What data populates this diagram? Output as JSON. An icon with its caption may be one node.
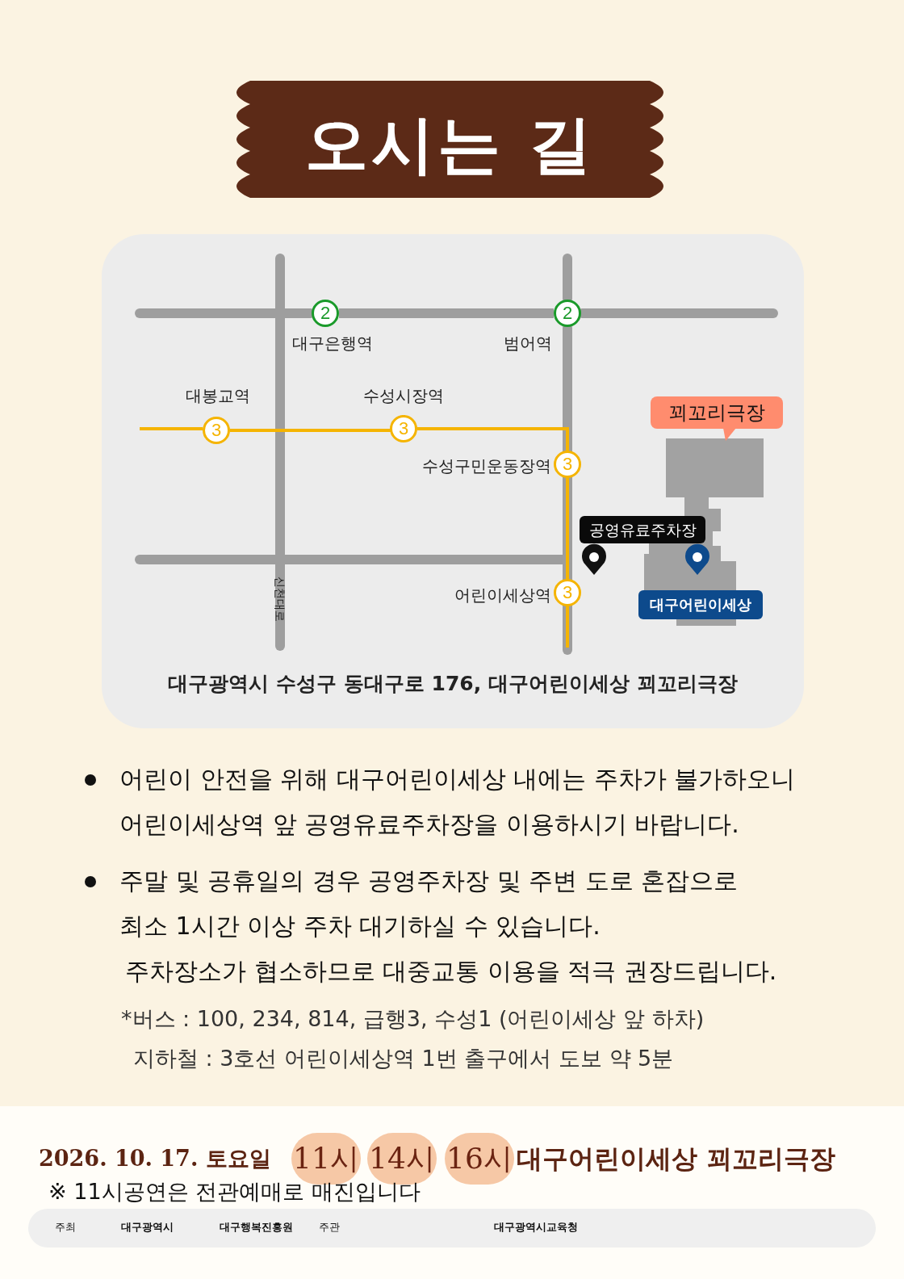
{
  "diagram": {
    "title": "오시는 길",
    "nodes": [
      {
        "text": [
          "대구광역시 수성구 동대구로 176, 대구어린이세상 꾀꼬리극장"
        ]
      },
      {
        "text": [
          "2"
        ],
        "in": 0,
        "beside": [
          "대구은행역"
        ]
      },
      {
        "text": [
          "2"
        ],
        "in": 0,
        "beside": [
          "범어역"
        ]
      },
      {
        "text": [
          "3"
        ],
        "in": 0,
        "beside": [
          "대봉교역"
        ]
      },
      {
        "text": [
          "3"
        ],
        "in": 0,
        "beside": [
          "수성시장역"
        ]
      },
      {
        "text": [
          "3"
        ],
        "in": 0,
        "beside": [
          "수성구민운동장역"
        ]
      },
      {
        "text": [
          "3"
        ],
        "in": 0,
        "beside": [
          "어린이세상역"
        ]
      },
      {
        "text": [
          "꾀꼬리극장"
        ],
        "in": 0
      },
      {
        "text": [
          "공영유료주차장"
        ],
        "in": 0
      },
      {
        "text": [
          "대구어린이세상"
        ],
        "in": 0
      },
      {
        "text": [
          "11시"
        ]
      },
      {
        "text": [
          "14시"
        ]
      },
      {
        "text": [
          "16시"
        ]
      }
    ],
    "edges": [
      {
        "from": 1,
        "to": 2,
        "arrow": "none",
        "style": "thick",
        "color": "#9e9e9e"
      },
      {
        "from": 3,
        "to": 4,
        "arrow": "none"
      },
      {
        "from": 4,
        "to": 5,
        "arrow": "none"
      },
      {
        "from": 5,
        "to": 6,
        "arrow": "none"
      }
    ],
    "labels": [
      "신천대로",
      "어린이 안전을 위해 대구어린이세상 내에는 주차가 불가하오니 어린이세상역 앞 공영유료주차장을 이용하시기 바랍니다.",
      "주말 및 공휴일의 경우 공영주차장 및 주변 도로 혼잡으로 최소 1시간 이상 주차 대기하실 수 있습니다.",
      "주차장소가 협소하므로 대중교통 이용을 적극 권장드립니다.",
      "*버스 : 100, 234, 814, 급행3, 수성1 (어린이세상 앞 하차)",
      "지하철 : 3호선 어린이세상역 1번 출구에서 도보 약 5분",
      "2026. 10. 17. 토요일",
      "대구어린이세상 꾀꼬리극장",
      "※ 11시공연은 전관예매로 매진입니다",
      "주최",
      "대구광역시",
      "대구행복진흥원",
      "주관",
      "대구광역시교육청"
    ]
  }
}
